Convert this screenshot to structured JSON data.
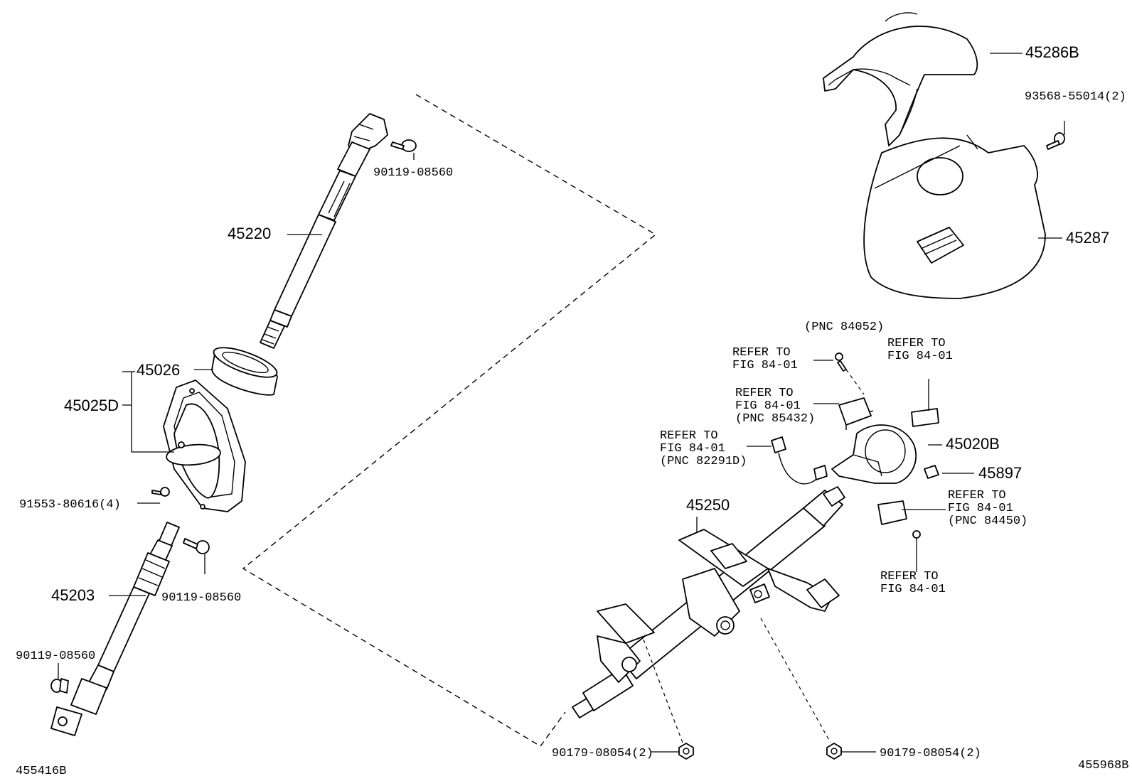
{
  "parts": {
    "p45286b": "45286B",
    "p93568": "93568-55014(2)",
    "p45287": "45287",
    "p45220": "45220",
    "p90119_top": "90119-08560",
    "p45026": "45026",
    "p45025d": "45025D",
    "p91553": "91553-80616(4)",
    "p45203": "45203",
    "p90119_mid": "90119-08560",
    "p90119_low": "90119-08560",
    "p45250": "45250",
    "p45020b": "45020B",
    "p45897": "45897",
    "p90179_left": "90179-08054(2)",
    "p90179_right": "90179-08054(2)"
  },
  "refs": {
    "pnc84052": "(PNC 84052)",
    "r1_line1": "REFER TO",
    "r1_line2": "FIG 84-01",
    "r2_line1": "REFER TO",
    "r2_line2": "FIG 84-01",
    "r3_line1": "REFER TO",
    "r3_line2": "FIG 84-01",
    "r3_line3": "(PNC 85432)",
    "r4_line1": "REFER TO",
    "r4_line2": "FIG 84-01",
    "r4_line3": "(PNC 82291D)",
    "r5_line1": "REFER TO",
    "r5_line2": "FIG 84-01",
    "r5_line3": "(PNC 84450)",
    "r6_line1": "REFER TO",
    "r6_line2": "FIG 84-01"
  },
  "figure_ids": {
    "left": "455416B",
    "right": "455968B"
  }
}
